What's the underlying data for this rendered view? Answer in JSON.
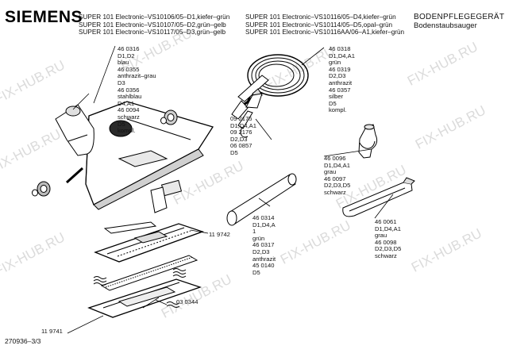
{
  "header": {
    "brand": "SIEMENS",
    "models_left": [
      "SUPER 101 Electronic–VS10106/05–D1,kiefer–grün",
      "SUPER 101 Electronic–VS10107/05–D2,grün–gelb",
      "SUPER 101 Electronic–VS10117/05–D3,grün–gelb"
    ],
    "models_right": [
      "SUPER 101 Electronic–VS10116/05–D4,kiefer–grün",
      "SUPER 101 Electronic–VS10114/05–D5,opal–grün",
      "SUPER 101 Electronic–VS10116AA/06–A1,kiefer–grün"
    ],
    "category": "BODENPFLEGEGERÄTE",
    "subcategory": "Bodenstaubsauger"
  },
  "labels": {
    "nozzle_parts": [
      "46 0316",
      "D1,D2",
      "blau",
      "46 0355",
      "anthrazit–grau",
      "D3",
      "46 0356",
      "stahlblau",
      "D4,A1",
      "46 0094",
      "schwarz",
      "D5",
      "kompl."
    ],
    "hose": [
      "46 0318",
      "D1,D4,A1",
      "grün",
      "46 0319",
      "D2,D3",
      "anthrazit",
      "46 0357",
      "silber",
      "D5",
      "kompl."
    ],
    "hose_handles": [
      "09 2175",
      "D1,D4,A1",
      "09 2176",
      "D2,D3",
      "06 0857",
      "D5"
    ],
    "upholstery_nozzle": [
      "46 0096",
      "D1,D4,A1",
      "grau",
      "46 0097",
      "D2,D3,D5",
      "schwarz"
    ],
    "extension_tube": [
      "46 0314",
      "D1,D4,A",
      "1",
      "grün",
      "46 0317",
      "D2,D3",
      "anthrazit",
      "45 0140",
      "D5"
    ],
    "crevice_tool": [
      "46 0061",
      "D1,D4,A1",
      "grau",
      "46 0098",
      "D2,D3,D5",
      "schwarz"
    ],
    "plate_upper": "11 9742",
    "plate_mid": "03 0344",
    "plate_lower": "11 9741"
  },
  "watermark": "FIX-HUB.RU",
  "footer": {
    "doc_id": "270936–3/3"
  }
}
